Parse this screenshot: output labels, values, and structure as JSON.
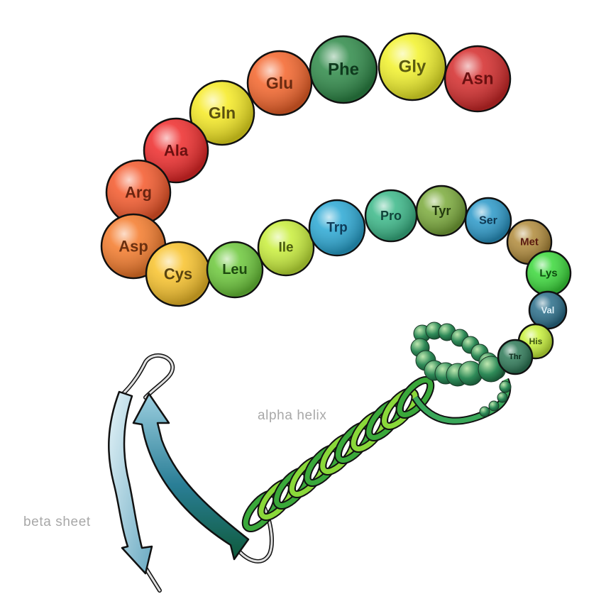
{
  "captions": {
    "alpha_helix": "alpha helix",
    "beta_sheet": "beta sheet"
  },
  "residues": [
    {
      "label": "Asn",
      "color": "#d42a2a",
      "text": "#6a1010"
    },
    {
      "label": "Gly",
      "color": "#f2f22a",
      "text": "#5a5a10"
    },
    {
      "label": "Phe",
      "color": "#2e8a48",
      "text": "#0f3a1e"
    },
    {
      "label": "Glu",
      "color": "#f4642a",
      "text": "#6a2a10"
    },
    {
      "label": "Gln",
      "color": "#f6ea22",
      "text": "#5a5010"
    },
    {
      "label": "Ala",
      "color": "#ee2a2a",
      "text": "#6a1010"
    },
    {
      "label": "Arg",
      "color": "#f4582a",
      "text": "#6a2410"
    },
    {
      "label": "Asp",
      "color": "#f47a2a",
      "text": "#6a3010"
    },
    {
      "label": "Cys",
      "color": "#f8c22a",
      "text": "#5a4410"
    },
    {
      "label": "Leu",
      "color": "#6cc83a",
      "text": "#1e4a10"
    },
    {
      "label": "Ile",
      "color": "#c8ee3a",
      "text": "#4a5a10"
    },
    {
      "label": "Trp",
      "color": "#2aa8d4",
      "text": "#0e3c5a"
    },
    {
      "label": "Pro",
      "color": "#3ab888",
      "text": "#10443a"
    },
    {
      "label": "Tyr",
      "color": "#7aaa3a",
      "text": "#243a10"
    },
    {
      "label": "Ser",
      "color": "#2a98c8",
      "text": "#0e3650"
    },
    {
      "label": "Met",
      "color": "#b08a3a",
      "text": "#5a1a10"
    },
    {
      "label": "Lys",
      "color": "#3ad83a",
      "text": "#0e4a10"
    },
    {
      "label": "Val",
      "color": "#2a6e8a",
      "text": "#dff0f8"
    },
    {
      "label": "His",
      "color": "#c8f23a",
      "text": "#3a5010"
    },
    {
      "label": "Thr",
      "color": "#2e7a58",
      "text": "#0a2a1a"
    }
  ],
  "colors": {
    "outline": "#111111",
    "helix_light": "#8ad83a",
    "helix_dark": "#0e5a22",
    "beta_light": "#cfe8f2",
    "beta_dark": "#0e5a6e",
    "loop": "#9a9a9a"
  }
}
